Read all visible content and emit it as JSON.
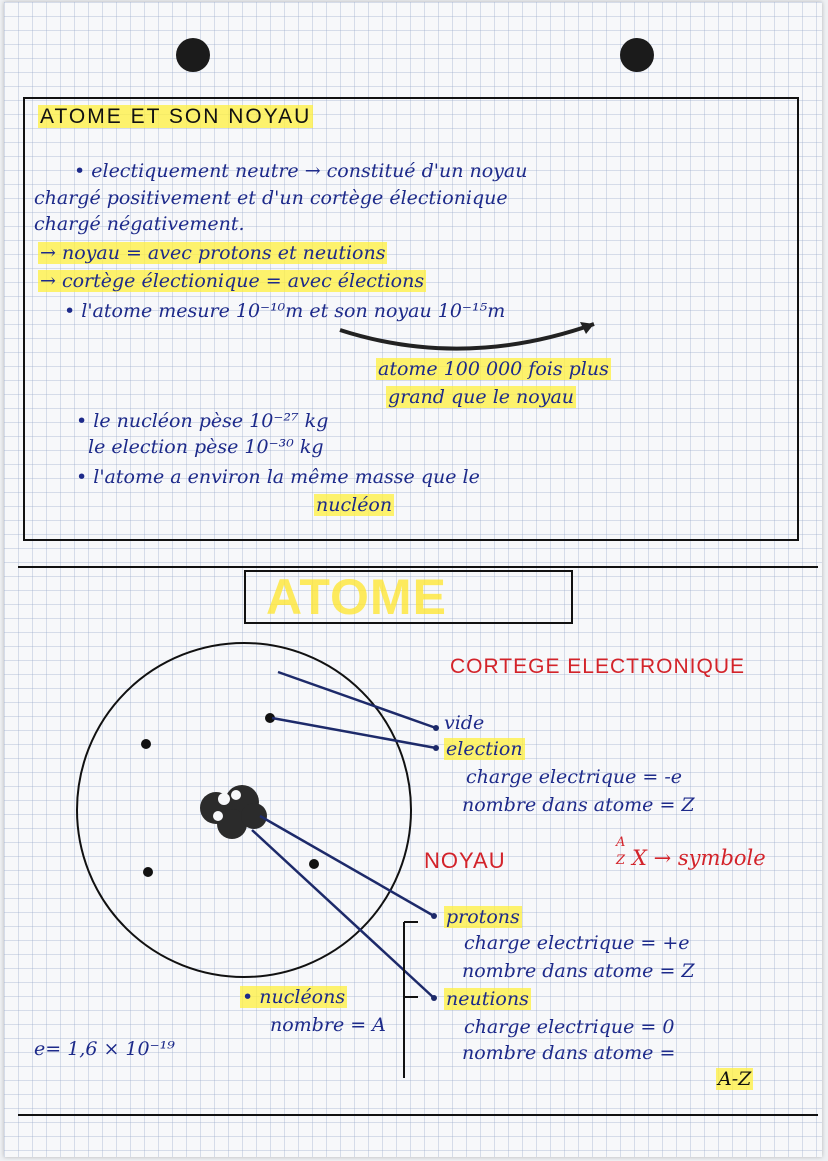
{
  "section1": {
    "title": "ATOME ET SON NOYAU",
    "lines": [
      "• electiquement neutre → constitué d'un noyau",
      "chargé positivement et d'un cortège électionique",
      "chargé négativement.",
      "→ noyau = avec protons et neutions",
      "→ cortège électionique = avec élections",
      "• l'atome mesure 10⁻¹⁰m et son noyau 10⁻¹⁵m",
      "atome 100 000 fois plus",
      "grand que le noyau",
      "• le nucléon pèse 10⁻²⁷ kg",
      "le election pèse 10⁻³⁰ kg",
      "• l'atome a environ la même masse que le",
      "nucléon"
    ]
  },
  "section2": {
    "title": "ATOME",
    "cortege": {
      "heading": "CORTEGE ELECTRONIQUE",
      "vide": "vide",
      "electron": "election",
      "charge": "charge electrique = -e",
      "nombre": "nombre dans atome = Z"
    },
    "noyau": {
      "heading": "NOYAU",
      "symbol_A": "A",
      "symbol_Z": "Z",
      "symbol_text": "X → symbole",
      "protons": "protons",
      "protons_charge": "charge electrique = +e",
      "protons_nombre": "nombre dans atome = Z",
      "neutrons": "neutions",
      "neutrons_charge": "charge electrique = 0",
      "neutrons_nombre": "nombre dans atome =",
      "neutrons_nombre_val": "A-Z"
    },
    "nucleons": "• nucléons",
    "nucleons_nombre": "nombre = A",
    "e_value": "e= 1,6 × 10⁻¹⁹"
  }
}
